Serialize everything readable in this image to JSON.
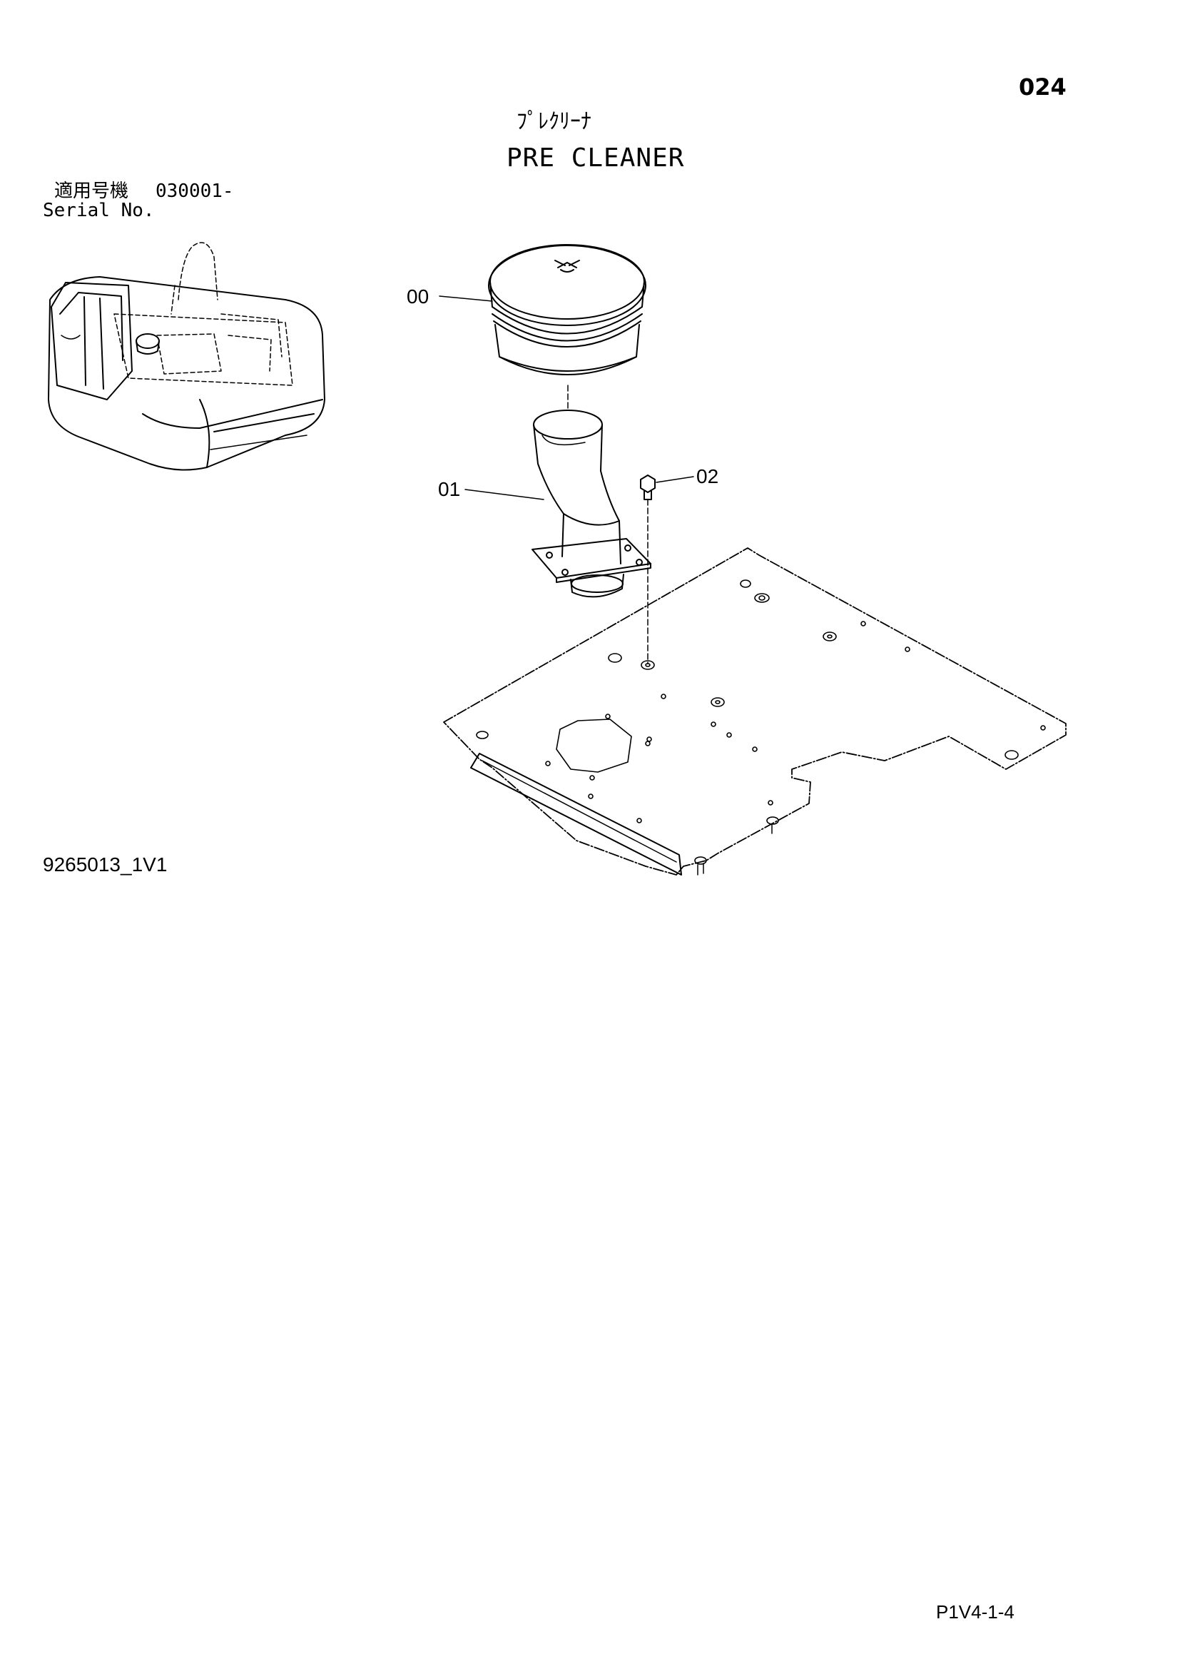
{
  "header": {
    "page_number": "024",
    "title_ja": "ﾌﾟﾚｸﾘｰﾅ",
    "title_en": "PRE CLEANER"
  },
  "serial": {
    "label_ja": "適用号機",
    "label_en": "Serial No.",
    "value": "030001-"
  },
  "callouts": [
    "00",
    "01",
    "02"
  ],
  "footer": {
    "drawing_id": "9265013_1V1",
    "page_ref": "P1V4-1-4"
  }
}
